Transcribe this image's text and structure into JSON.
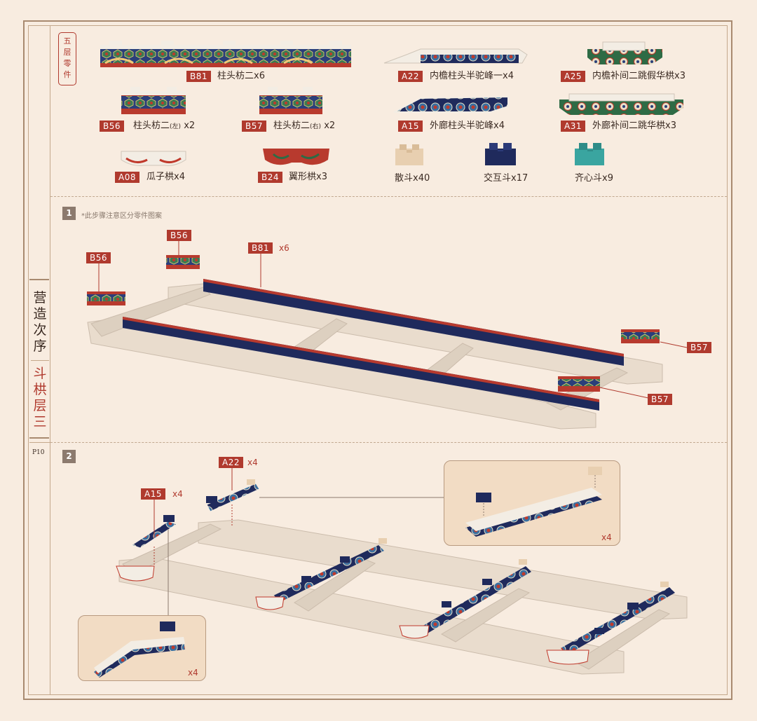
{
  "sidebar": {
    "title_main": "营造次序",
    "title_sub": "斗栱层三",
    "page_number": "P10"
  },
  "parts_section": {
    "stamp": "五层零件",
    "parts": [
      {
        "code": "B81",
        "name": "柱头枋二x6"
      },
      {
        "code": "A22",
        "name": "内檐柱头半驼峰一x4"
      },
      {
        "code": "A25",
        "name": "内檐补间二跳假华栱x3"
      },
      {
        "code": "B56",
        "name": "柱头枋二",
        "side": "(左)",
        "qty": "x2"
      },
      {
        "code": "B57",
        "name": "柱头枋二",
        "side": "(右)",
        "qty": "x2"
      },
      {
        "code": "A15",
        "name": "外廊柱头半驼峰x4"
      },
      {
        "code": "A31",
        "name": "外廊补间二跳华栱x3"
      },
      {
        "code": "A08",
        "name": "瓜子栱x4"
      },
      {
        "code": "B24",
        "name": "翼形栱x3"
      }
    ],
    "dou": [
      {
        "name": "散斗x40",
        "color": "#e8cfb0"
      },
      {
        "name": "交互斗x17",
        "color": "#1f2a5c"
      },
      {
        "name": "齐心斗x9",
        "color": "#3aa5a0"
      }
    ]
  },
  "step1": {
    "number": "1",
    "note": "*此步骤注意区分零件图案",
    "callouts": {
      "b56_a": "B56",
      "b56_b": "B56",
      "b81": "B81",
      "b81_qty": "x6",
      "b57_a": "B57",
      "b57_b": "B57"
    }
  },
  "step2": {
    "number": "2",
    "callouts": {
      "a22": "A22",
      "a22_qty": "x4",
      "a15": "A15",
      "a15_qty": "x4"
    },
    "inset_right_qty": "x4",
    "inset_left_qty": "x4"
  },
  "colors": {
    "accent_red": "#b03a2e",
    "navy": "#1f2a5c",
    "green": "#2e6b45",
    "frame": "#a88a70",
    "background": "#f8ece0",
    "wood": "#e9dccd"
  }
}
